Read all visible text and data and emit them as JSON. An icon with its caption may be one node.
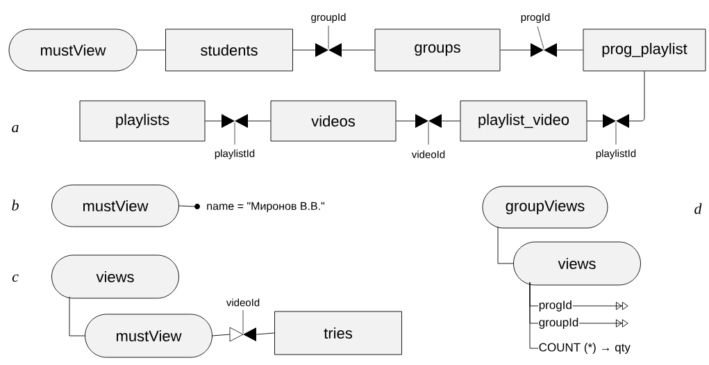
{
  "diagram": {
    "nodes": [
      {
        "text": [
          "mustView"
        ]
      },
      {
        "text": [
          "students"
        ]
      },
      {
        "text": [],
        "shape": "bowtie",
        "beside": [
          "groupId"
        ]
      },
      {
        "text": [
          "groups"
        ]
      },
      {
        "text": [],
        "shape": "bowtie",
        "beside": [
          "progId"
        ]
      },
      {
        "text": [
          "prog_playlist"
        ]
      },
      {
        "text": [
          "playlists"
        ]
      },
      {
        "text": [],
        "shape": "bowtie",
        "beside": [
          "playlistId"
        ]
      },
      {
        "text": [
          "videos"
        ]
      },
      {
        "text": [],
        "shape": "bowtie",
        "beside": [
          "videoId"
        ]
      },
      {
        "text": [
          "playlist_video"
        ]
      },
      {
        "text": [],
        "shape": "bowtie",
        "beside": [
          "playlistId"
        ]
      },
      {
        "text": [
          "mustView"
        ]
      },
      {
        "text": [],
        "shape": "circle",
        "beside": [
          "name = \"Миронов В.В.\""
        ]
      },
      {
        "text": [
          "groupViews"
        ]
      },
      {
        "text": [
          "views"
        ]
      },
      {
        "text": [
          "views"
        ]
      },
      {
        "text": [
          "mustView"
        ]
      },
      {
        "text": [],
        "shape": "bowtie",
        "beside": [
          "videoId"
        ]
      },
      {
        "text": [
          "tries"
        ]
      },
      {
        "text": [
          "progId"
        ]
      },
      {
        "text": [
          "groupId"
        ]
      },
      {
        "text": [
          "COUNT (*) → qty"
        ]
      }
    ],
    "edges": [
      {
        "from": 0,
        "to": 1,
        "arrow": "none"
      },
      {
        "from": 1,
        "to": 2,
        "arrow": "none"
      },
      {
        "from": 2,
        "to": 3,
        "arrow": "none"
      },
      {
        "from": 3,
        "to": 4,
        "arrow": "none"
      },
      {
        "from": 4,
        "to": 5,
        "arrow": "none"
      },
      {
        "from": 5,
        "to": 11,
        "arrow": "none"
      },
      {
        "from": 11,
        "to": 10,
        "arrow": "none"
      },
      {
        "from": 10,
        "to": 9,
        "arrow": "none"
      },
      {
        "from": 9,
        "to": 8,
        "arrow": "none"
      },
      {
        "from": 8,
        "to": 7,
        "arrow": "none"
      },
      {
        "from": 7,
        "to": 6,
        "arrow": "none"
      },
      {
        "from": 12,
        "to": 13,
        "arrow": "none"
      },
      {
        "from": 14,
        "to": 15,
        "arrow": "none"
      },
      {
        "from": 16,
        "to": 17,
        "arrow": "none"
      },
      {
        "from": 17,
        "to": 18,
        "arrow": "none"
      },
      {
        "from": 18,
        "to": 19,
        "arrow": "none"
      },
      {
        "from": 15,
        "to": 20,
        "arrow": "none"
      },
      {
        "from": 15,
        "to": 21,
        "arrow": "none"
      },
      {
        "from": 15,
        "to": 22,
        "arrow": "none"
      },
      {
        "from": 20,
        "to": null,
        "arrow": "to"
      },
      {
        "from": 21,
        "to": null,
        "arrow": "to"
      }
    ],
    "labels": [
      "a",
      "b",
      "d",
      "c"
    ]
  }
}
